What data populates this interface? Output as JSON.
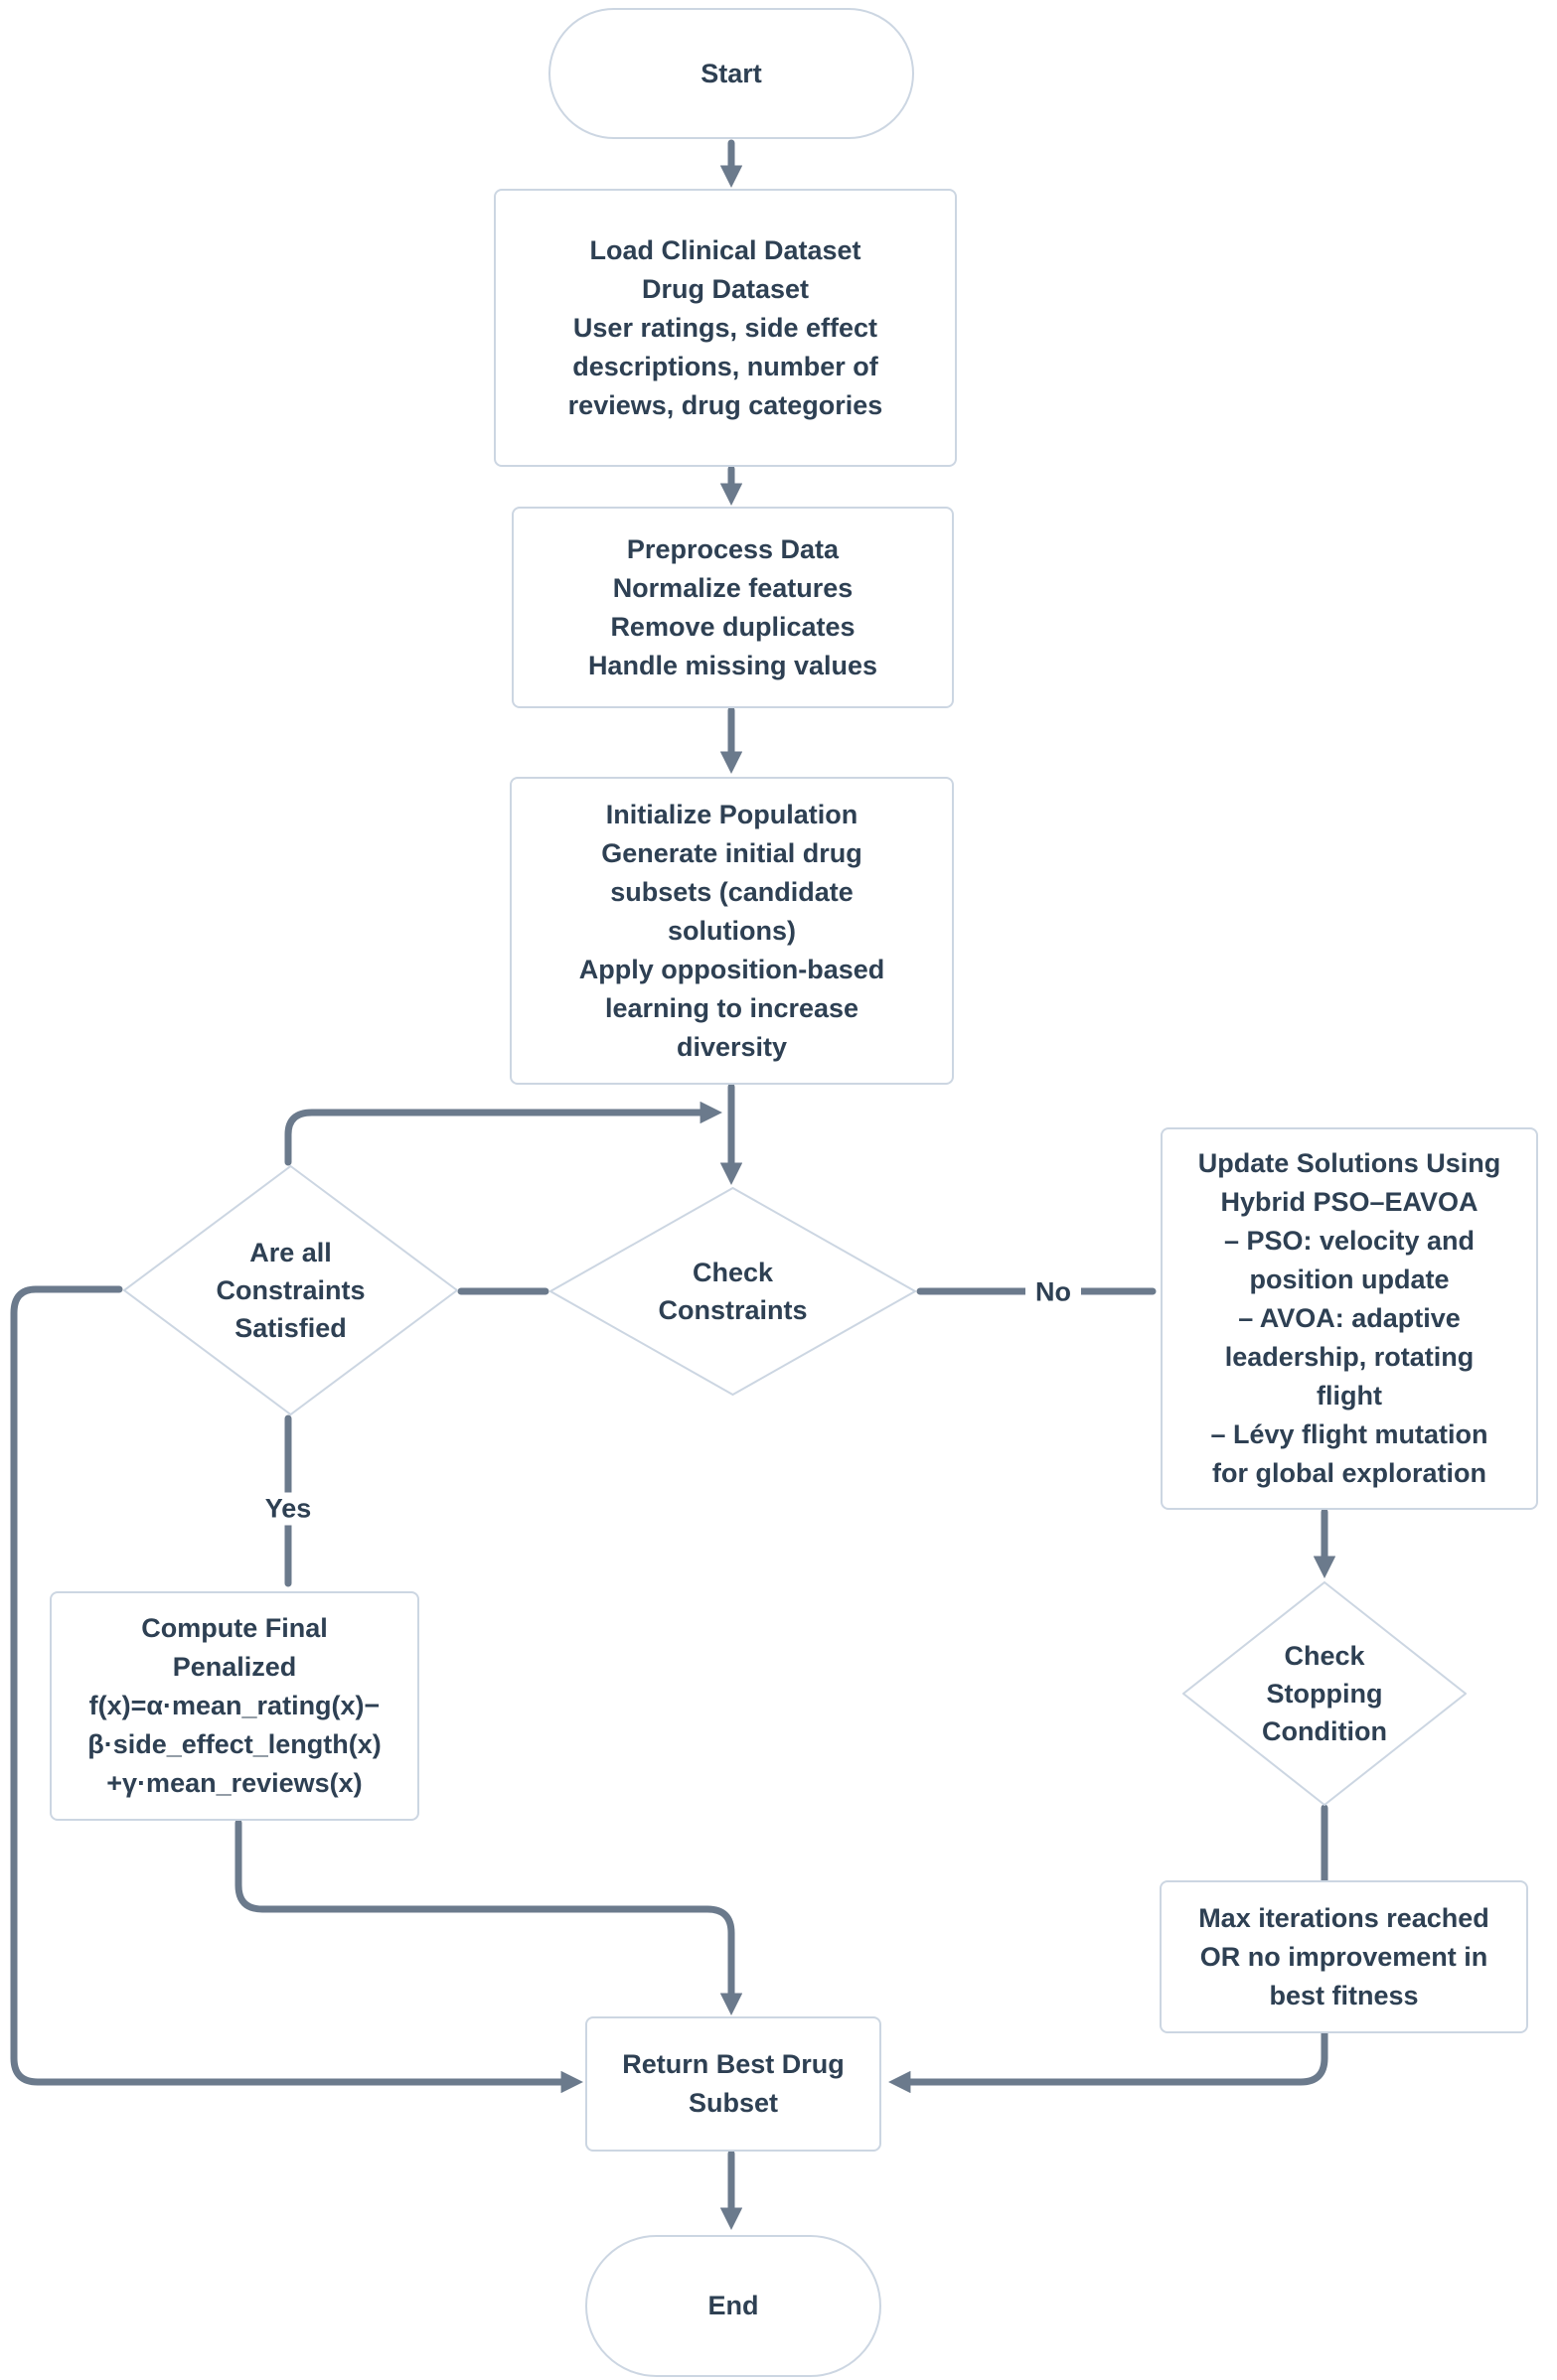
{
  "colors": {
    "background": "#ffffff",
    "connector": "#6b7a8c",
    "node_border": "#ccd6e2",
    "node_fill": "#ffffff",
    "text": "#2e4053"
  },
  "nodes": {
    "start": {
      "label": "Start"
    },
    "load": {
      "lines": [
        "Load Clinical Dataset",
        "Drug Dataset",
        "User ratings, side effect",
        "descriptions, number of",
        "reviews, drug categories"
      ]
    },
    "preprocess": {
      "lines": [
        "Preprocess Data",
        "Normalize features",
        "Remove duplicates",
        "Handle missing values"
      ]
    },
    "initialize": {
      "lines": [
        "Initialize Population",
        "Generate initial drug",
        "subsets (candidate",
        "solutions)",
        "Apply opposition-based",
        "learning to increase",
        "diversity"
      ]
    },
    "check_constraints": {
      "lines": [
        "Check",
        "Constraints"
      ]
    },
    "are_all": {
      "lines": [
        "Are all",
        "Constraints",
        "Satisfied"
      ]
    },
    "update_solutions": {
      "lines": [
        "Update Solutions Using",
        "Hybrid PSO–EAVOA",
        "– PSO: velocity and",
        "position update",
        "– AVOA: adaptive",
        "leadership, rotating",
        "flight",
        "– Lévy flight mutation",
        "for global exploration"
      ]
    },
    "check_stopping": {
      "lines": [
        "Check",
        "Stopping",
        "Condition"
      ]
    },
    "max_iterations": {
      "lines": [
        "Max iterations reached",
        "OR no improvement in",
        "best fitness"
      ]
    },
    "compute_final": {
      "lines": [
        "Compute Final",
        "Penalized",
        "f(x)=α·mean_rating(x)−",
        "β·side_effect_length(x)",
        "+γ·mean_reviews(x)"
      ]
    },
    "return_best": {
      "lines": [
        "Return Best Drug",
        "Subset"
      ]
    },
    "end": {
      "label": "End"
    }
  },
  "edge_labels": {
    "no": "No",
    "yes": "Yes"
  }
}
